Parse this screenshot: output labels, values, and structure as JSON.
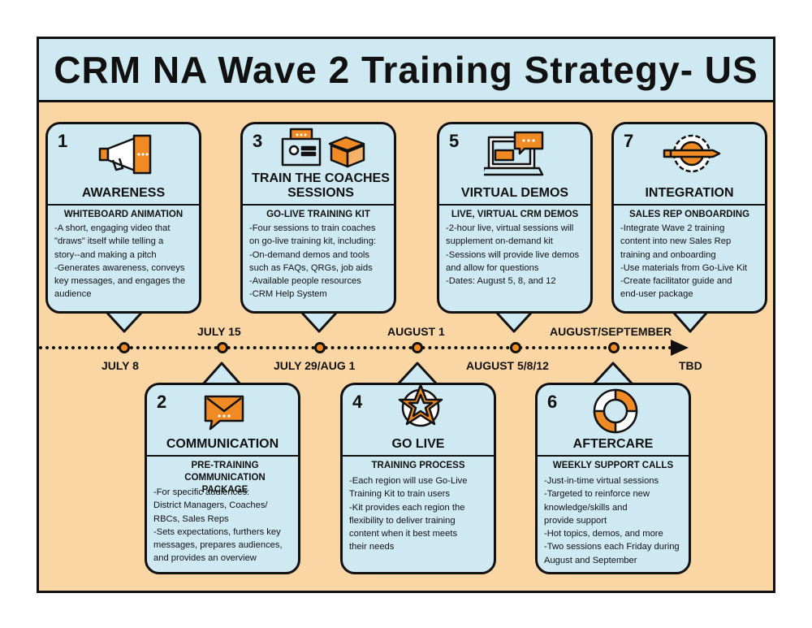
{
  "title": "CRM NA Wave 2 Training Strategy- US",
  "cards": [
    {
      "number": "1",
      "heading": "AWARENESS",
      "subheading": "WHITEBOARD ANIMATION",
      "bullets": [
        "-A short, engaging video that",
        "\"draws\" itself while telling a",
        "story--and making a pitch",
        "-Generates awareness, conveys",
        "key messages, and engages the",
        "audience"
      ],
      "icon": "megaphone-icon"
    },
    {
      "number": "2",
      "heading": "COMMUNICATION",
      "subheading": "PRE-TRAINING COMMUNICATION PACKAGE",
      "bullets": [
        "-For specific audiences:",
        "District Managers, Coaches/",
        "RBCs, Sales Reps",
        "-Sets expectations, furthers key",
        "messages, prepares audiences,",
        "and provides an overview"
      ],
      "icon": "envelope-chat-icon"
    },
    {
      "number": "3",
      "heading": "TRAIN THE COACHES SESSIONS",
      "subheading": "GO-LIVE TRAINING KIT",
      "bullets": [
        "-Four sessions to train coaches",
        "on go-live training kit, including:",
        "-On-demand demos and tools",
        "such as FAQs, QRGs, job aids",
        "-Available people resources",
        "-CRM Help System"
      ],
      "icon": "coach-kit-icon"
    },
    {
      "number": "4",
      "heading": "GO LIVE",
      "subheading": "TRAINING PROCESS",
      "bullets": [
        "-Each region will use Go-Live",
        "Training Kit to train users",
        "-Kit provides each region the",
        "flexibility to deliver training",
        "content when it best meets",
        "their needs"
      ],
      "icon": "star-badge-icon"
    },
    {
      "number": "5",
      "heading": "VIRTUAL DEMOS",
      "subheading": "LIVE, VIRTUAL CRM DEMOS",
      "bullets": [
        "-2-hour live, virtual sessions will",
        "supplement on-demand kit",
        "-Sessions will provide live demos",
        "and allow for questions",
        "-Dates: August 5, 8, and 12"
      ],
      "icon": "laptop-chat-icon"
    },
    {
      "number": "6",
      "heading": "AFTERCARE",
      "subheading": "WEEKLY SUPPORT CALLS",
      "bullets": [
        "-Just-in-time virtual sessions",
        "-Targeted to reinforce new",
        "knowledge/skills and",
        "provide support",
        "-Hot topics, demos, and more",
        "-Two sessions each Friday during",
        "August and September"
      ],
      "icon": "lifebuoy-icon"
    },
    {
      "number": "7",
      "heading": "INTEGRATION",
      "subheading": "SALES REP ONBOARDING",
      "bullets": [
        "-Integrate Wave 2 training",
        "content into new Sales Rep",
        "training and onboarding",
        "-Use materials from Go-Live Kit",
        "-Create facilitator guide and",
        "end-user package"
      ],
      "icon": "gear-pencil-icon"
    }
  ],
  "timeline": {
    "dates": [
      "JULY 8",
      "JULY 15",
      "JULY 29/AUG 1",
      "AUGUST 1",
      "AUGUST 5/8/12",
      "AUGUST/SEPTEMBER",
      "TBD"
    ]
  },
  "colors": {
    "background": "#fad6a5",
    "card": "#cfe9f2",
    "accent": "#f08a24",
    "ink": "#111111"
  }
}
